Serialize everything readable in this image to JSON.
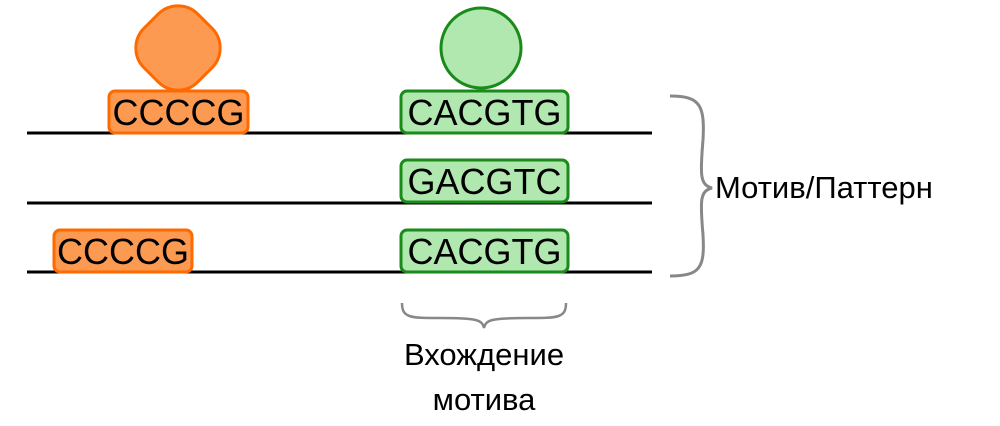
{
  "colors": {
    "orange_fill": "#fd9a52",
    "orange_stroke": "#ff6a00",
    "green_fill": "#b0e8b0",
    "green_stroke": "#1a8a1a",
    "line": "#000000"
  },
  "rows": [
    {
      "motifs": [
        {
          "text": "CCCCG",
          "color": "orange"
        },
        {
          "text": "CACGTG",
          "color": "green"
        }
      ]
    },
    {
      "motifs": [
        {
          "text": "GACGTC",
          "color": "green"
        }
      ]
    },
    {
      "motifs": [
        {
          "text": "CCCCG",
          "color": "orange"
        },
        {
          "text": "CACGTG",
          "color": "green"
        }
      ]
    }
  ],
  "labels": {
    "motif_pattern": "Мотив/Паттерн",
    "occurrence_line1": "Вхождение",
    "occurrence_line2": "мотива"
  }
}
